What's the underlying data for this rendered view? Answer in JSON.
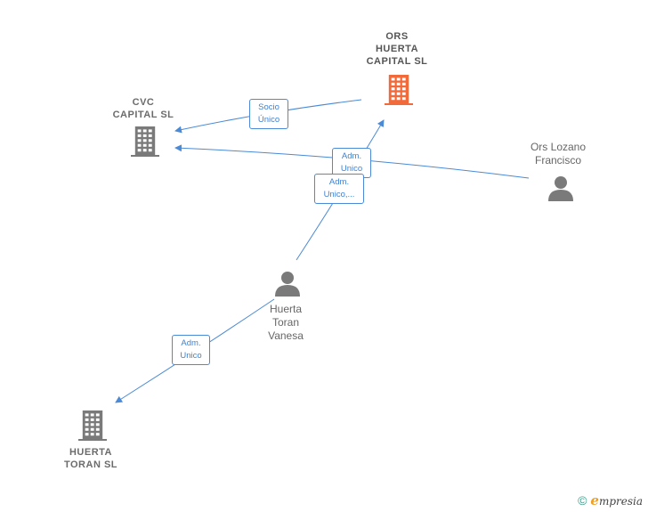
{
  "nodes": {
    "ors_huerta_capital": {
      "lines": [
        "ORS",
        "HUERTA",
        "CAPITAL  SL"
      ],
      "type": "company",
      "highlighted": true
    },
    "cvc_capital": {
      "lines": [
        "CVC",
        "CAPITAL  SL"
      ],
      "type": "company"
    },
    "ors_lozano": {
      "lines": [
        "Ors Lozano",
        "Francisco"
      ],
      "type": "person"
    },
    "huerta_toran_vanesa": {
      "lines": [
        "Huerta",
        "Toran",
        "Vanesa"
      ],
      "type": "person"
    },
    "huerta_toran_sl": {
      "lines": [
        "HUERTA",
        "TORAN  SL"
      ],
      "type": "company"
    }
  },
  "edges": [
    {
      "from": "ors_huerta_capital",
      "to": "cvc_capital",
      "lines": [
        "Socio",
        "Único"
      ]
    },
    {
      "from": "ors_lozano",
      "to": "cvc_capital",
      "lines": [
        "Adm.",
        "Unico"
      ]
    },
    {
      "from": "huerta_toran_vanesa",
      "to": "ors_huerta_capital",
      "lines": [
        "Adm.",
        "Unico,..."
      ]
    },
    {
      "from": "huerta_toran_vanesa",
      "to": "huerta_toran_sl",
      "lines": [
        "Adm.",
        "Unico"
      ]
    }
  ],
  "colors": {
    "edge": "#4a8ad6",
    "company_icon": "#7a7a7a",
    "highlight_icon": "#f26a3a",
    "person_icon": "#7a7a7a"
  },
  "footer": {
    "copyright_symbol": "©",
    "brand_initial": "e",
    "brand_rest": "mpresia"
  }
}
